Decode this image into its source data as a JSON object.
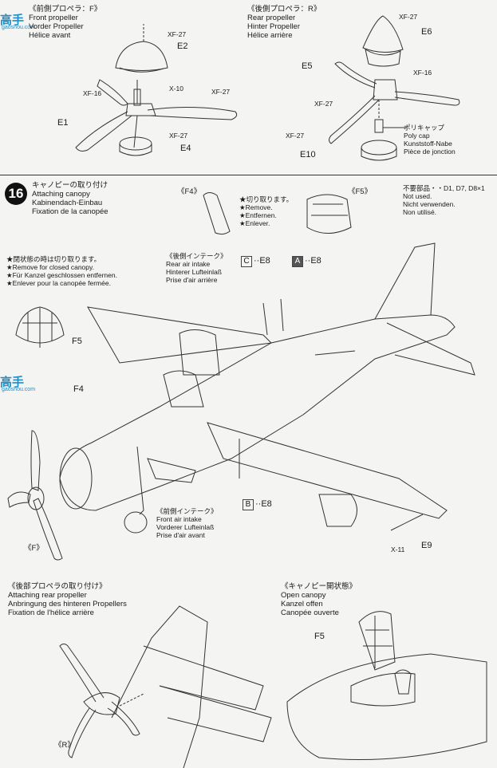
{
  "watermark": {
    "text": "高手",
    "sub": "gaoshou.com"
  },
  "front_prop": {
    "lines": [
      "《前側プロペラ：F》",
      "Front propeller",
      "Vorder Propeller",
      "Hélice avant"
    ],
    "parts": {
      "e2": "E2",
      "e1": "E1",
      "e4": "E4"
    },
    "paints": {
      "xf27a": "XF-27",
      "x10": "X-10",
      "xf16": "XF-16",
      "xf27b": "XF-27",
      "xf27c": "XF-27"
    }
  },
  "rear_prop": {
    "lines": [
      "《後側プロペラ：R》",
      "Rear propeller",
      "Hinter Propeller",
      "Hélice arrière"
    ],
    "parts": {
      "e6": "E6",
      "e5": "E5",
      "e10": "E10"
    },
    "paints": {
      "xf27a": "XF-27",
      "xf16": "XF-16",
      "xf27b": "XF-27",
      "xf27c": "XF-27"
    },
    "polycap": [
      "ポリキャップ",
      "Poly cap",
      "Kunststoff-Nabe",
      "Pièce de jonction"
    ]
  },
  "step16": {
    "number": "16",
    "title": [
      "キャノピーの取り付け",
      "Attaching canopy",
      "Kabinendach-Einbau",
      "Fixation de la canopée"
    ],
    "f4_tag": "《F4》",
    "f5_tag": "《F5》",
    "cut_note": [
      "★切り取ります。",
      "★Remove.",
      "★Entfernen.",
      "★Enlever."
    ],
    "not_used": [
      "不要部品・・D1, D7, D8×1",
      "Not used.",
      "Nicht verwenden.",
      "Non utilisé."
    ],
    "closed_note": [
      "★閉状態の時は切り取ります。",
      "★Remove for closed canopy.",
      "★Für Kanzel geschlossen entfernen.",
      "★Enlever pour la canopée fermée."
    ],
    "rear_intake": [
      "《後側インテーク》",
      "Rear air intake",
      "Hinterer Lufteinlaß",
      "Prise d'air arrière"
    ],
    "front_intake": [
      "《前側インテーク》",
      "Front air intake",
      "Vorderer Lufteinlaß",
      "Prise d'air avant"
    ],
    "callout_c": {
      "box": "C",
      "text": "··E8"
    },
    "callout_a": {
      "box": "A",
      "text": "··E8"
    },
    "callout_b": {
      "box": "B",
      "text": "··E8"
    },
    "parts": {
      "f5": "F5",
      "f4": "F4",
      "f_prop": "《F》",
      "e9": "E9",
      "x11": "X-11"
    }
  },
  "rear_attach": {
    "lines": [
      "《後部プロペラの取り付け》",
      "Attaching rear propeller",
      "Anbringung des hinteren Propellers",
      "Fixation de l'hélice arrière"
    ],
    "r_tag": "《R》"
  },
  "open_canopy": {
    "lines": [
      "《キャノピー開状態》",
      "Open canopy",
      "Kanzel offen",
      "Canopée ouverte"
    ],
    "f5": "F5"
  }
}
